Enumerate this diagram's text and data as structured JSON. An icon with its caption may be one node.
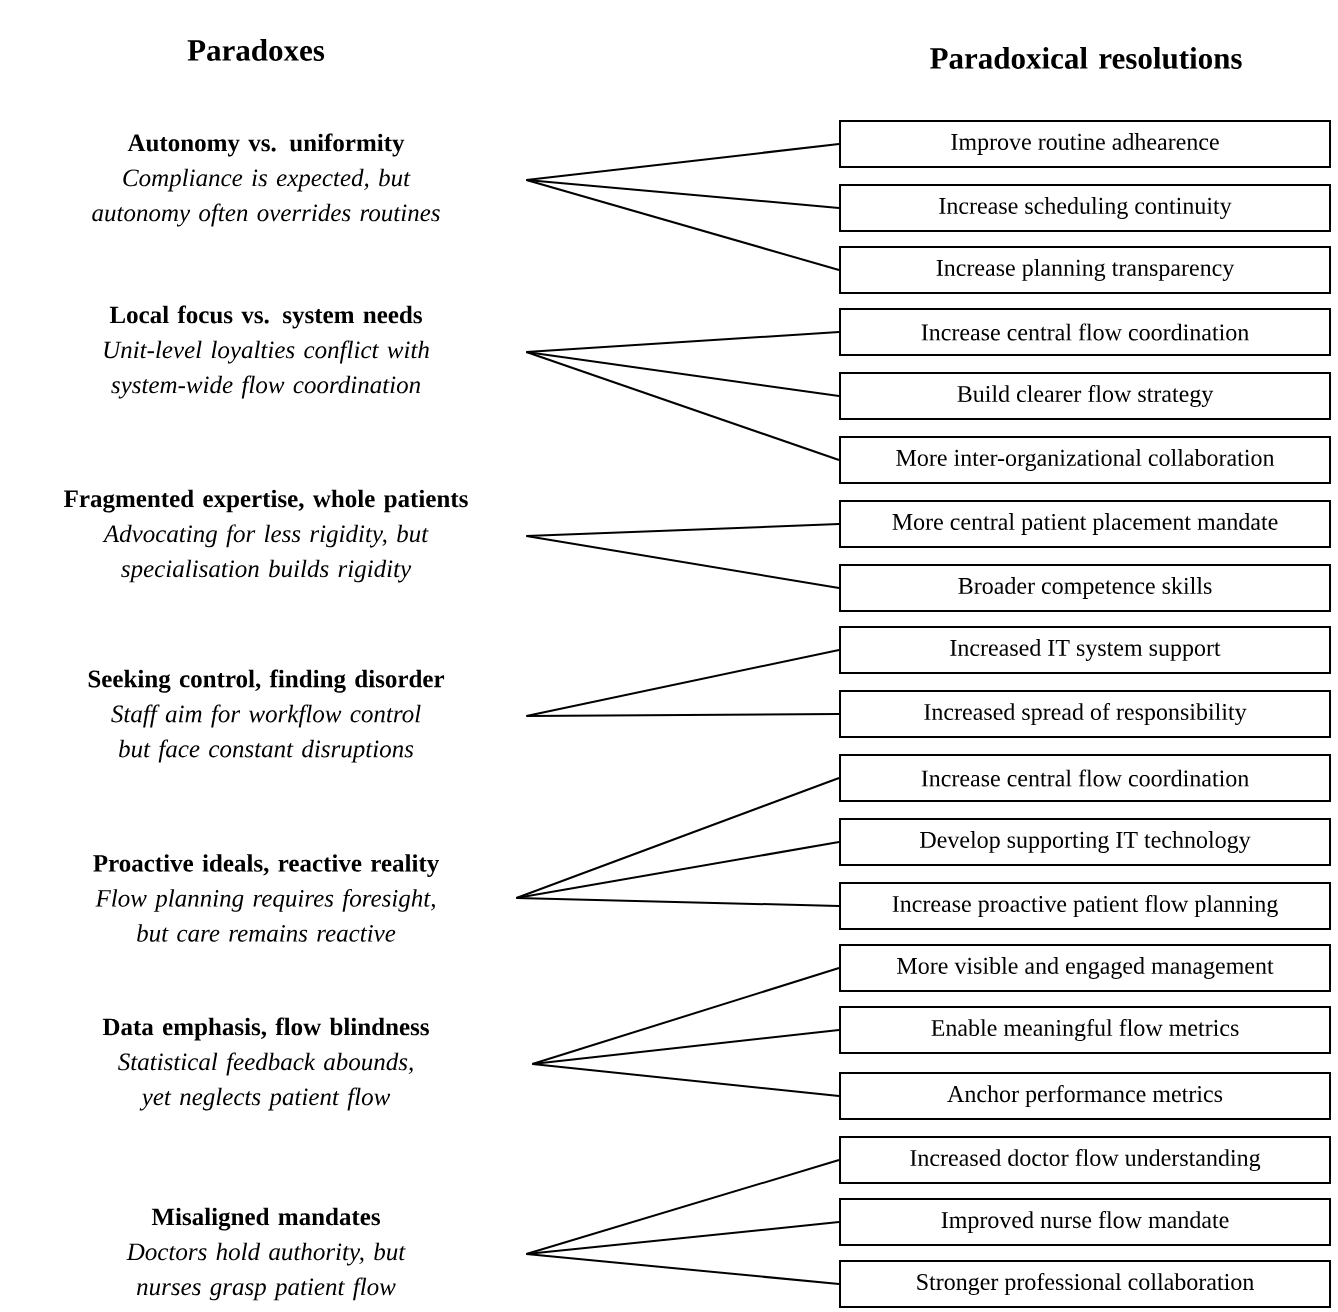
{
  "diagram": {
    "nodes": [
      {
        "text": [
          "Autonomy vs. uniformity",
          "Compliance is expected, but autonomy often overrides routines"
        ]
      },
      {
        "text": [
          "Improve routine adhearence"
        ]
      },
      {
        "text": [
          "Increase scheduling continuity"
        ]
      },
      {
        "text": [
          "Increase planning transparency"
        ]
      },
      {
        "text": [
          "Local focus vs. system needs",
          "Unit-level loyalties conflict with system-wide flow coordination"
        ]
      },
      {
        "text": [
          "Increase central flow coordination"
        ]
      },
      {
        "text": [
          "Build clearer flow strategy"
        ]
      },
      {
        "text": [
          "More inter-organizational collaboration"
        ]
      },
      {
        "text": [
          "Fragmented expertise, whole patients",
          "Advocating for less rigidity, but specialisation builds rigidity"
        ]
      },
      {
        "text": [
          "More central patient placement mandate"
        ]
      },
      {
        "text": [
          "Broader competence skills"
        ]
      },
      {
        "text": [
          "Seeking control, finding disorder",
          "Staff aim for workflow control but face constant disruptions"
        ]
      },
      {
        "text": [
          "Increased IT system support"
        ]
      },
      {
        "text": [
          "Increased spread of responsibility"
        ]
      },
      {
        "text": [
          "Proactive ideals, reactive reality",
          "Flow planning requires foresight, but care remains reactive"
        ]
      },
      {
        "text": [
          "Increase central flow coordination"
        ]
      },
      {
        "text": [
          "Develop supporting IT technology"
        ]
      },
      {
        "text": [
          "Increase proactive patient flow planning"
        ]
      },
      {
        "text": [
          "Data emphasis, flow blindness",
          "Statistical feedback abounds, yet neglects patient flow"
        ]
      },
      {
        "text": [
          "More visible and engaged management"
        ]
      },
      {
        "text": [
          "Enable meaningful flow metrics"
        ]
      },
      {
        "text": [
          "Anchor performance metrics"
        ]
      },
      {
        "text": [
          "Misaligned mandates",
          "Doctors hold authority, but nurses grasp patient flow"
        ]
      },
      {
        "text": [
          "Increased doctor flow understanding"
        ]
      },
      {
        "text": [
          "Improved nurse flow mandate"
        ]
      },
      {
        "text": [
          "Stronger professional collaboration"
        ]
      }
    ],
    "edges": [
      {
        "from": 0,
        "to": 1,
        "arrow": "none"
      },
      {
        "from": 0,
        "to": 2,
        "arrow": "none"
      },
      {
        "from": 0,
        "to": 3,
        "arrow": "none"
      },
      {
        "from": 4,
        "to": 5,
        "arrow": "none"
      },
      {
        "from": 4,
        "to": 6,
        "arrow": "none"
      },
      {
        "from": 4,
        "to": 7,
        "arrow": "none"
      },
      {
        "from": 8,
        "to": 9,
        "arrow": "none"
      },
      {
        "from": 8,
        "to": 10,
        "arrow": "none"
      },
      {
        "from": 11,
        "to": 12,
        "arrow": "none"
      },
      {
        "from": 11,
        "to": 13,
        "arrow": "none"
      },
      {
        "from": 14,
        "to": 15,
        "arrow": "none"
      },
      {
        "from": 14,
        "to": 16,
        "arrow": "none"
      },
      {
        "from": 14,
        "to": 17,
        "arrow": "none"
      },
      {
        "from": 18,
        "to": 19,
        "arrow": "none"
      },
      {
        "from": 18,
        "to": 20,
        "arrow": "none"
      },
      {
        "from": 18,
        "to": 21,
        "arrow": "none"
      },
      {
        "from": 22,
        "to": 23,
        "arrow": "none"
      },
      {
        "from": 22,
        "to": 24,
        "arrow": "none"
      },
      {
        "from": 22,
        "to": 25,
        "arrow": "none"
      }
    ],
    "labels": [
      "Paradoxes",
      "Paradoxical resolutions"
    ]
  }
}
